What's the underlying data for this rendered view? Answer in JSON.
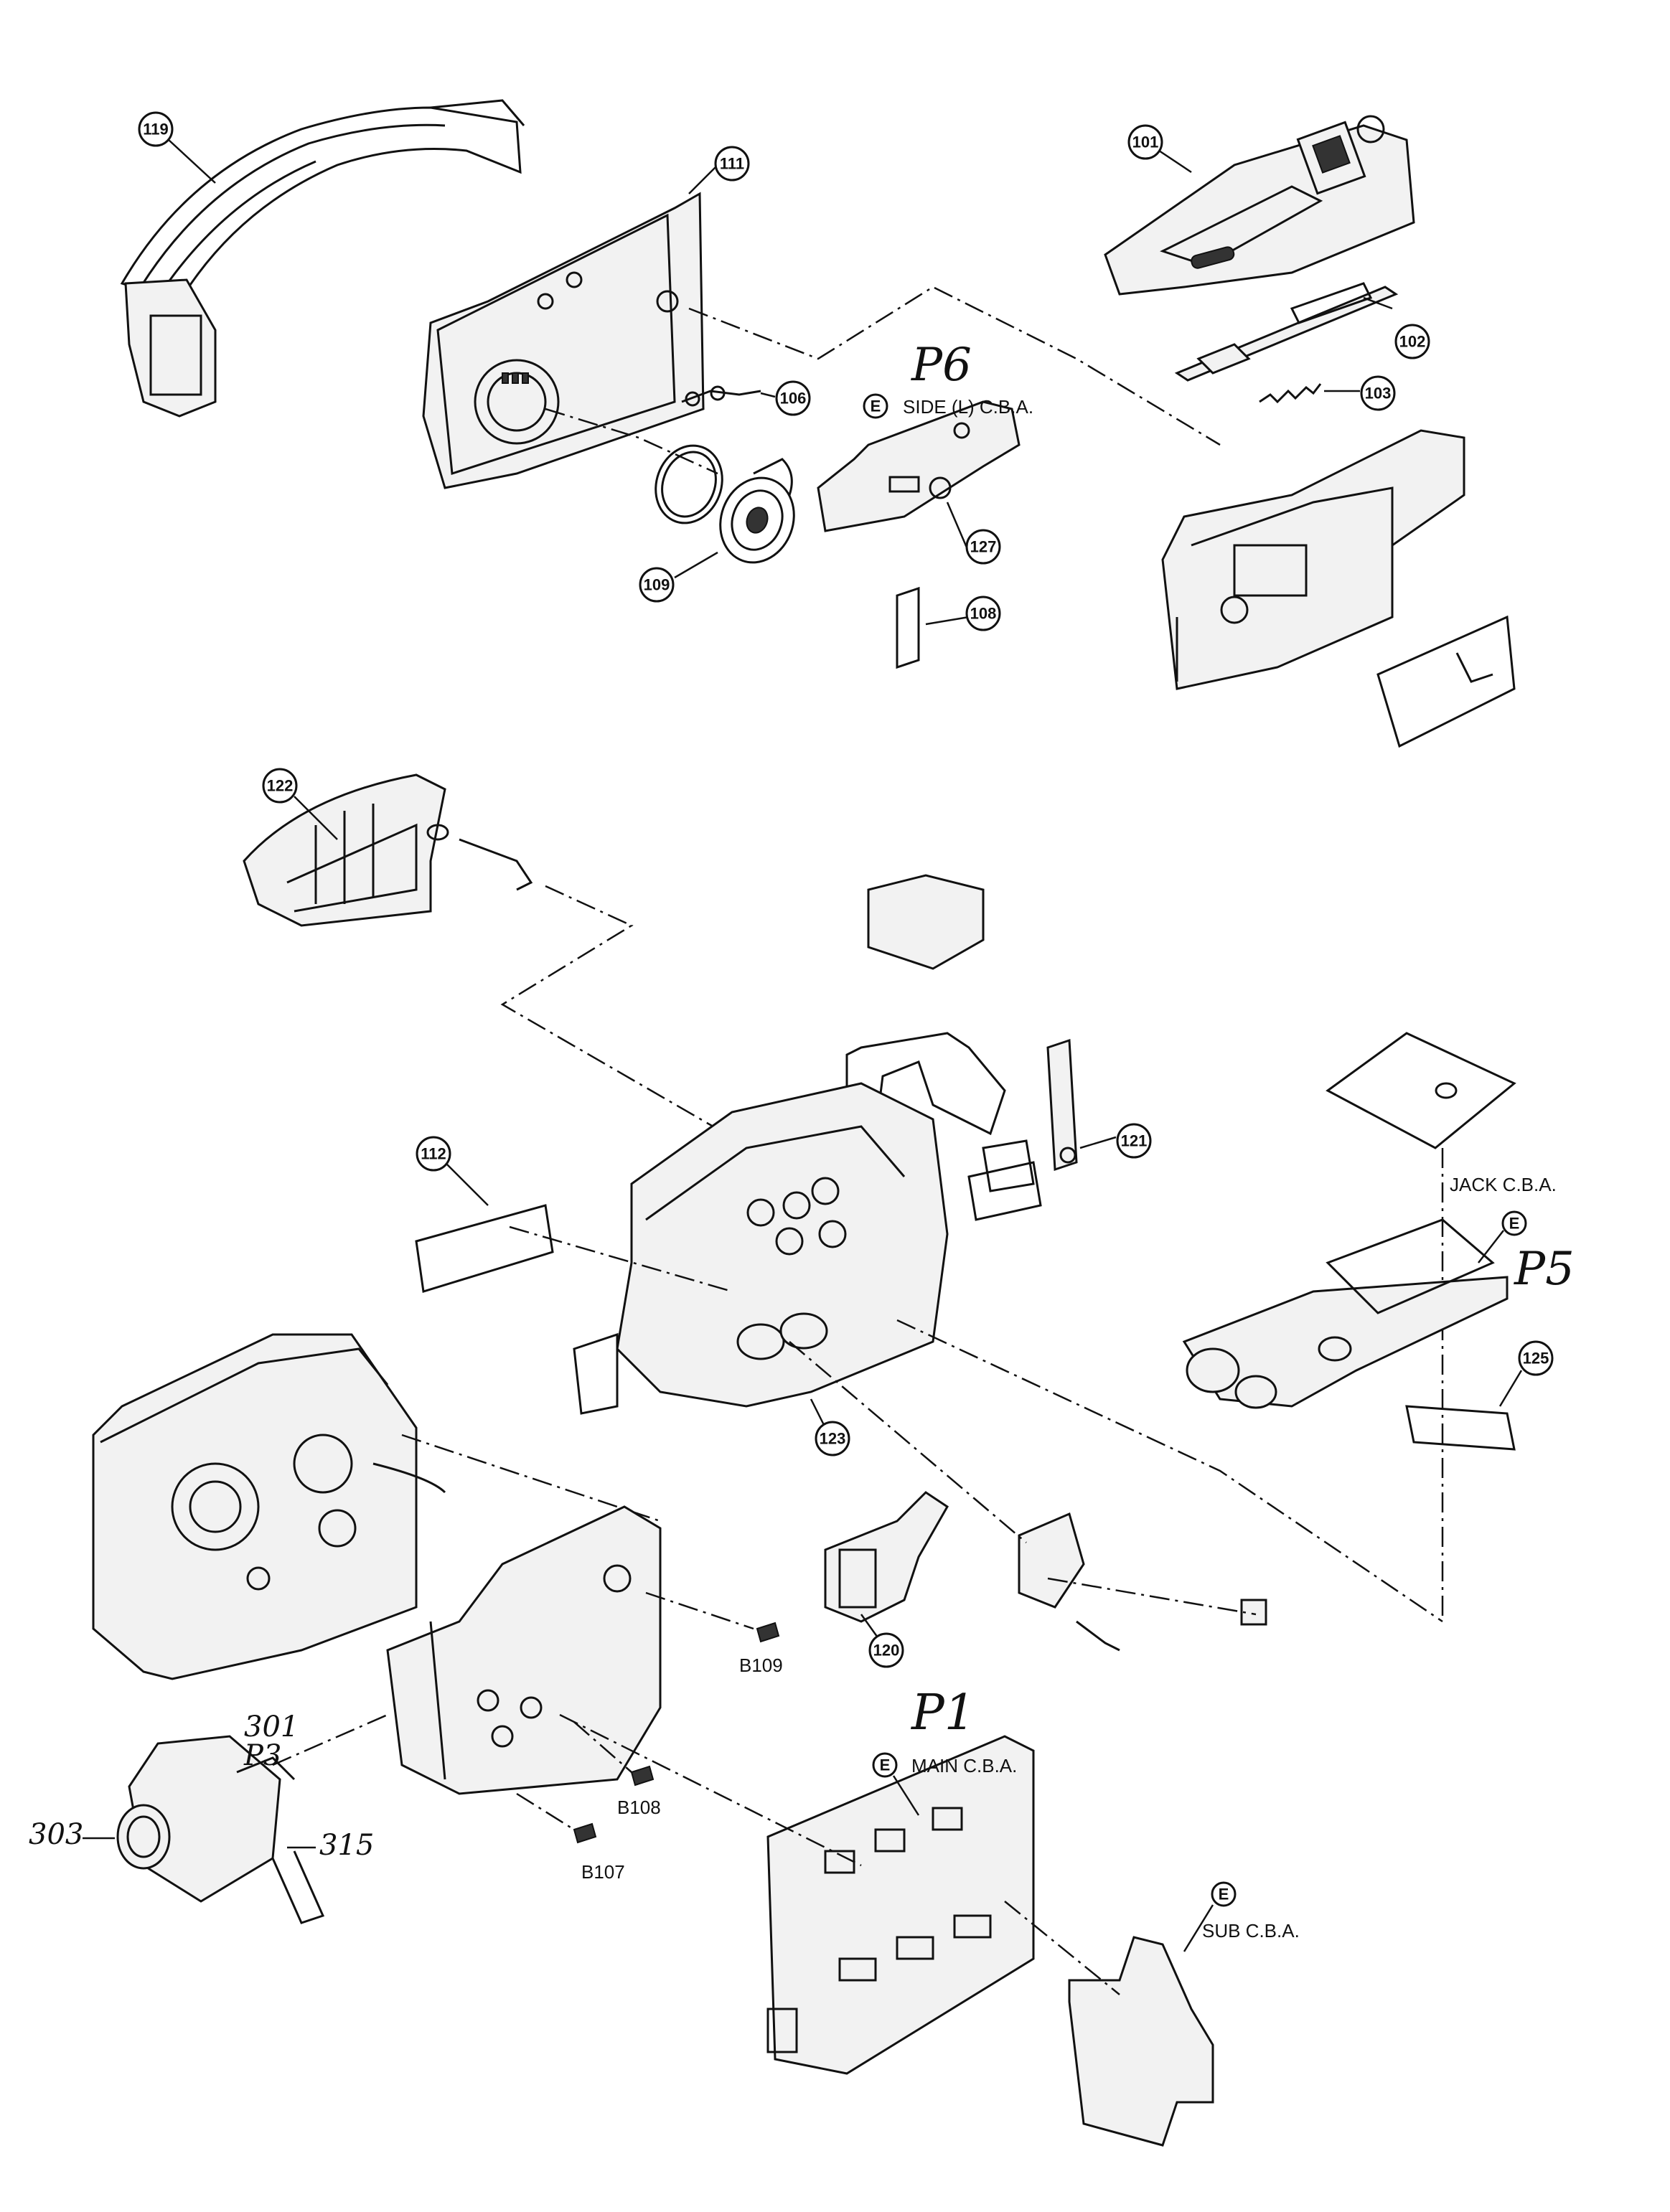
{
  "callouts": {
    "c119": "119",
    "c111": "111",
    "c101": "101",
    "c102": "102",
    "c103": "103",
    "c106": "106",
    "c109": "109",
    "c127": "127",
    "c108": "108",
    "c122": "122",
    "c121": "121",
    "c112": "112",
    "c125": "125",
    "c123": "123",
    "c120": "120"
  },
  "boards": {
    "side_l": "SIDE (L) C.B.A.",
    "jack": "JACK C.B.A.",
    "main": "MAIN C.B.A.",
    "sub": "SUB C.B.A.",
    "marker": "E"
  },
  "screws": {
    "b109": "B109",
    "b108": "B108",
    "b107": "B107"
  },
  "handwritten": {
    "p6": "P6",
    "p5": "P5",
    "p1": "P1",
    "n301": "301",
    "p3": "P3",
    "n303": "303",
    "n315": "315"
  }
}
